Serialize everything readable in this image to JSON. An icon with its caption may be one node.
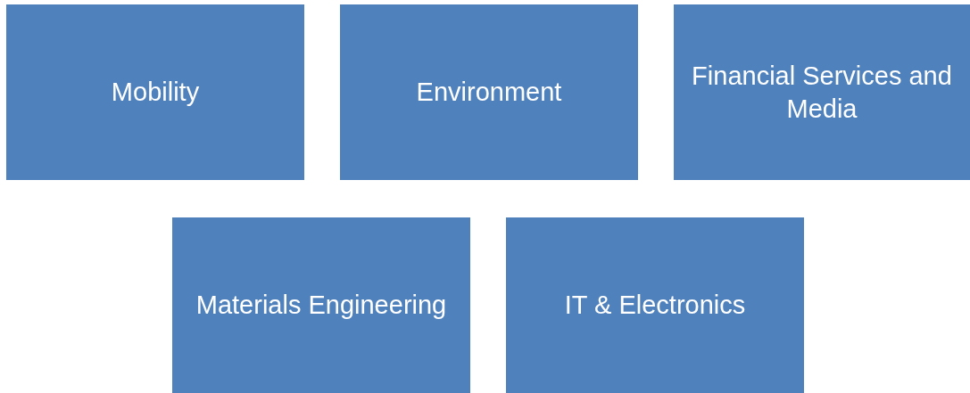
{
  "diagram": {
    "nodes": [
      {
        "text": [
          "Mobility"
        ]
      },
      {
        "text": [
          "Environment"
        ]
      },
      {
        "text": [
          "Financial Services and Media"
        ]
      },
      {
        "text": [
          "Materials Engineering"
        ]
      },
      {
        "text": [
          "IT & Electronics"
        ]
      }
    ]
  }
}
